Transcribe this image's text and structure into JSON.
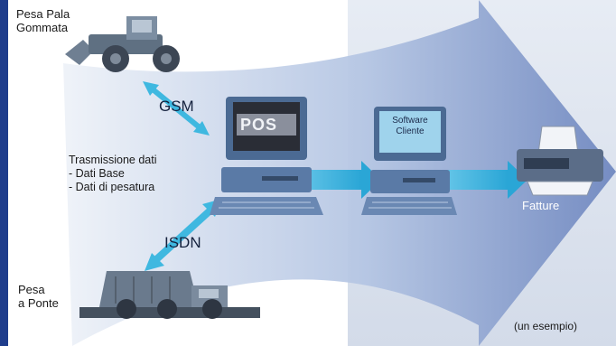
{
  "diagram": {
    "labels": {
      "wheel_loader_scale": "Pesa Pala\nGommata",
      "gsm": "GSM",
      "data_transmission": "Trasmissione dati\n  - Dati Base\n  - Dati di pesatura",
      "isdn": "ISDN",
      "weighbridge": "Pesa\na Ponte",
      "pos": "POS",
      "client_software": "Software\nCliente",
      "invoices": "Fatture",
      "example_note": "(un esempio)"
    },
    "icons": [
      "wheel-loader-icon",
      "dump-truck-icon",
      "pos-computer-icon",
      "client-computer-icon",
      "printer-icon"
    ],
    "colors": {
      "left_bar": "#1f3d8c",
      "panel_bg": "#dde4ef",
      "arrow_light": "#c6d4ea",
      "arrow_dark": "#7b93c8",
      "link_arrow": "#3fb8e0",
      "computer_body": "#4b6a93"
    }
  }
}
